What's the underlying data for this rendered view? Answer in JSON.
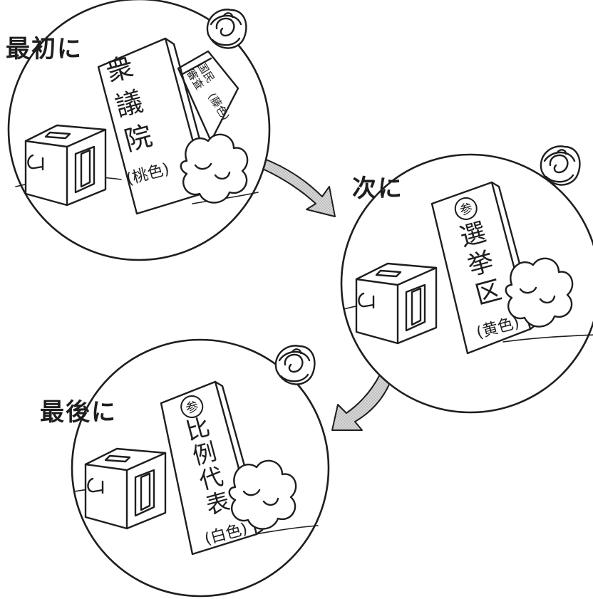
{
  "steps": [
    {
      "label": "最初に",
      "ballot_main": [
        "衆",
        "議",
        "院"
      ],
      "ballot_color": "(桃色)",
      "ballot_secondary_lines": [
        "国民",
        "審査"
      ],
      "ballot_secondary_color": "(藤色)"
    },
    {
      "label": "次に",
      "ballot_badge": "参",
      "ballot_main": [
        "選",
        "挙",
        "区"
      ],
      "ballot_color": "(黄色)"
    },
    {
      "label": "最後に",
      "ballot_badge": "参",
      "ballot_main": [
        "比",
        "例",
        "代",
        "表"
      ],
      "ballot_color": "(白色)"
    }
  ],
  "colors": {
    "ink": "#1e1e1e",
    "arrow_fill": "#cfcfcf",
    "paper": "#ffffff"
  },
  "icons": [
    "ballot-box-icon",
    "rose-icon",
    "hand-icon",
    "ballot-paper-icon",
    "arrow-icon"
  ]
}
